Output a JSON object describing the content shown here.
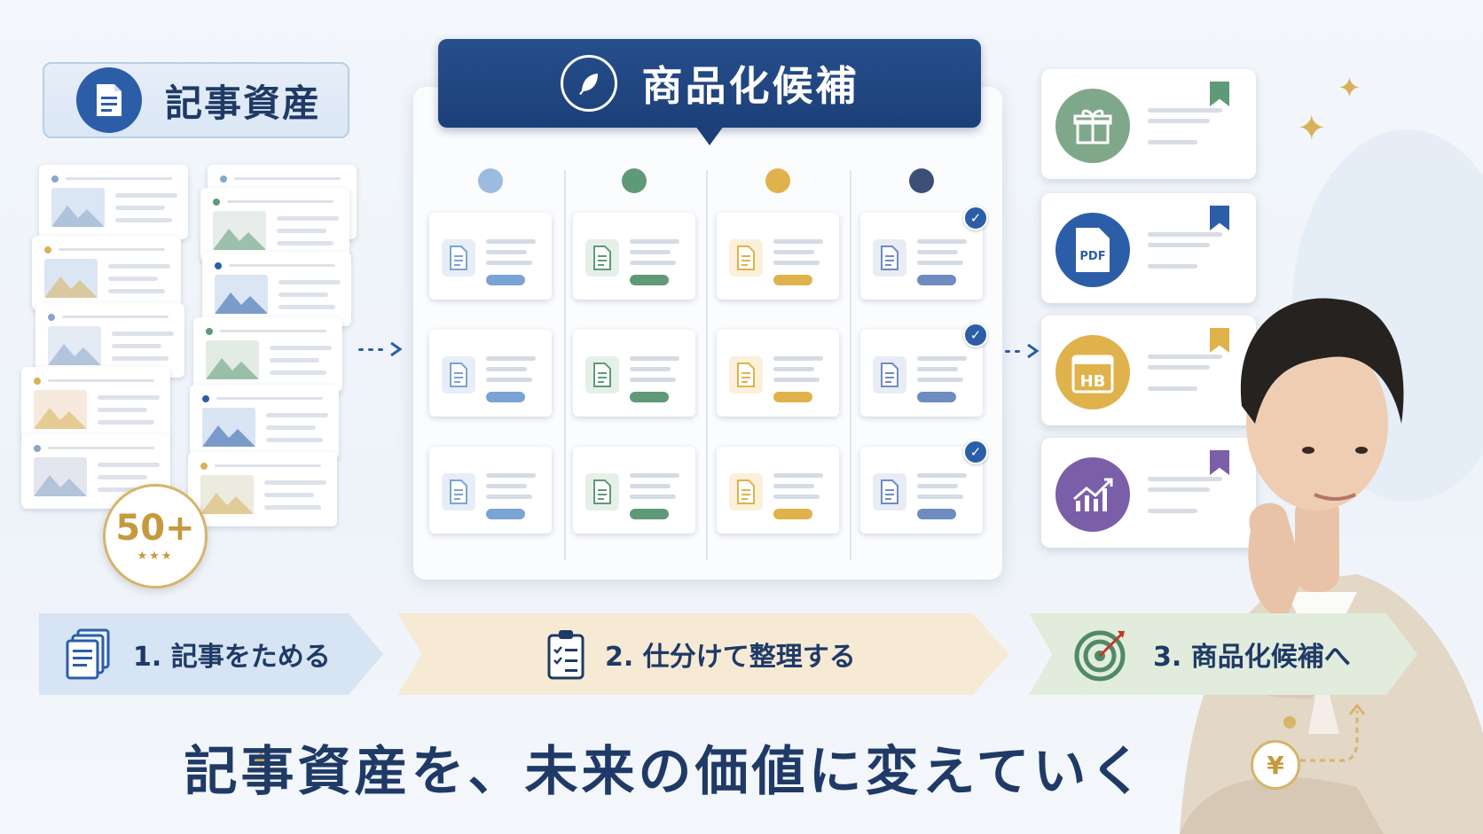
{
  "assets": {
    "title": "記事資産",
    "count_badge": "50+",
    "stars": "★★★"
  },
  "candidates": {
    "title": "商品化候補"
  },
  "steps": [
    {
      "label": "1. 記事をためる"
    },
    {
      "label": "2. 仕分けて整理する"
    },
    {
      "label": "3. 商品化候補へ"
    }
  ],
  "products": [
    {
      "icon": "gift-icon",
      "color": "#7fa88a",
      "bookmark": "#5f9a78"
    },
    {
      "icon": "pdf-icon",
      "label": "PDF",
      "color": "#2c5ea8",
      "bookmark": "#2c5ea8"
    },
    {
      "icon": "calendar-icon",
      "label": "HB",
      "color": "#e0b24b",
      "bookmark": "#e0b24b"
    },
    {
      "icon": "growth-chart-icon",
      "color": "#7b5ea8",
      "bookmark": "#7b5ea8"
    }
  ],
  "columns": [
    {
      "color": "#9bbbe0",
      "accent": "#e7eef8",
      "pill": "#7aa3d6"
    },
    {
      "color": "#5f9a78",
      "accent": "#e5f0e8",
      "pill": "#5f9a78"
    },
    {
      "color": "#e0b24b",
      "accent": "#fbf0d9",
      "pill": "#e0b24b"
    },
    {
      "color": "#3d4f78",
      "accent": "#e8ecf4",
      "pill": "#6f8cc0"
    }
  ],
  "tagline": "記事資産を、未来の価値に変えていく",
  "currency_symbol": "¥"
}
